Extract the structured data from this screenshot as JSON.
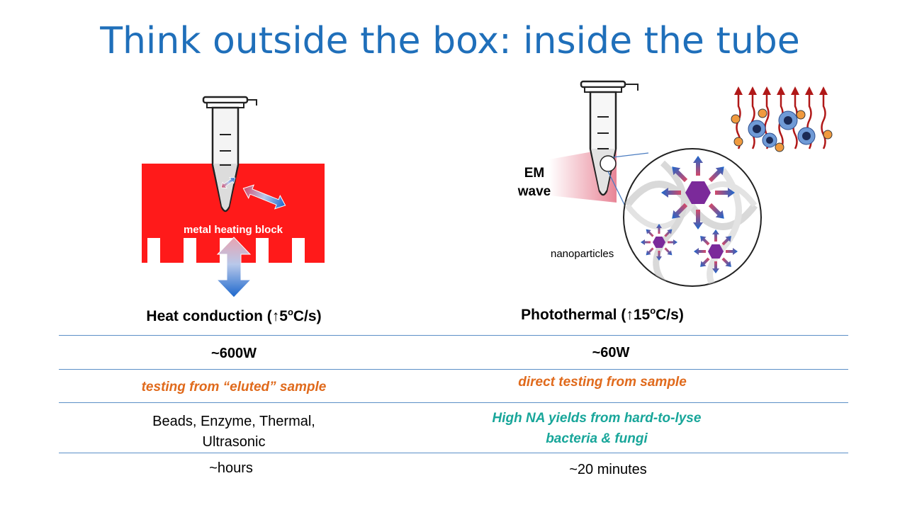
{
  "slide": {
    "title": "Think outside the box: inside the tube",
    "title_color": "#1f6fba"
  },
  "left": {
    "block_label": "metal heating block",
    "heading_main": "Heat conduction (",
    "heading_arrow": "↑",
    "heading_num": "5",
    "heading_sup": "o",
    "heading_unit": "C/s)",
    "block_color": "#ff1a1a"
  },
  "right": {
    "em_line1": "EM",
    "em_line2": "wave",
    "nano_label": "nanoparticles",
    "heading_main": "Photothermal  (",
    "heading_arrow": "↑",
    "heading_num": "15",
    "heading_sup": "o",
    "heading_unit": "C/s)",
    "hexagon_color": "#7b2a9a"
  },
  "comparison": {
    "colors": {
      "orange": "#e06a1c",
      "teal": "#18a69a",
      "rule": "#5b8fc7"
    },
    "rows": [
      {
        "left": "~600W",
        "right": "~60W"
      },
      {
        "left": "testing from “eluted” sample",
        "right": "direct testing from sample"
      },
      {
        "left_line1": "Beads, Enzyme, Thermal,",
        "left_line2": "Ultrasonic",
        "right_line1": "High NA yields from hard-to-lyse",
        "right_line2": "bacteria & fungi"
      },
      {
        "left": "~hours",
        "right": "~20 minutes"
      }
    ]
  }
}
